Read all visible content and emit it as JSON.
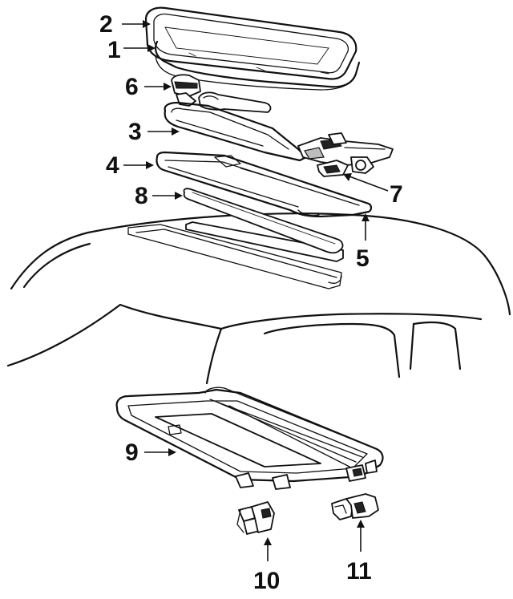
{
  "callouts": {
    "c1": "1",
    "c2": "2",
    "c3": "3",
    "c4": "4",
    "c5": "5",
    "c6": "6",
    "c7": "7",
    "c8": "8",
    "c9": "9",
    "c10": "10",
    "c11": "11"
  },
  "colors": {
    "ink": "#111111",
    "paper": "#ffffff",
    "shade": "#bdbdbd"
  }
}
